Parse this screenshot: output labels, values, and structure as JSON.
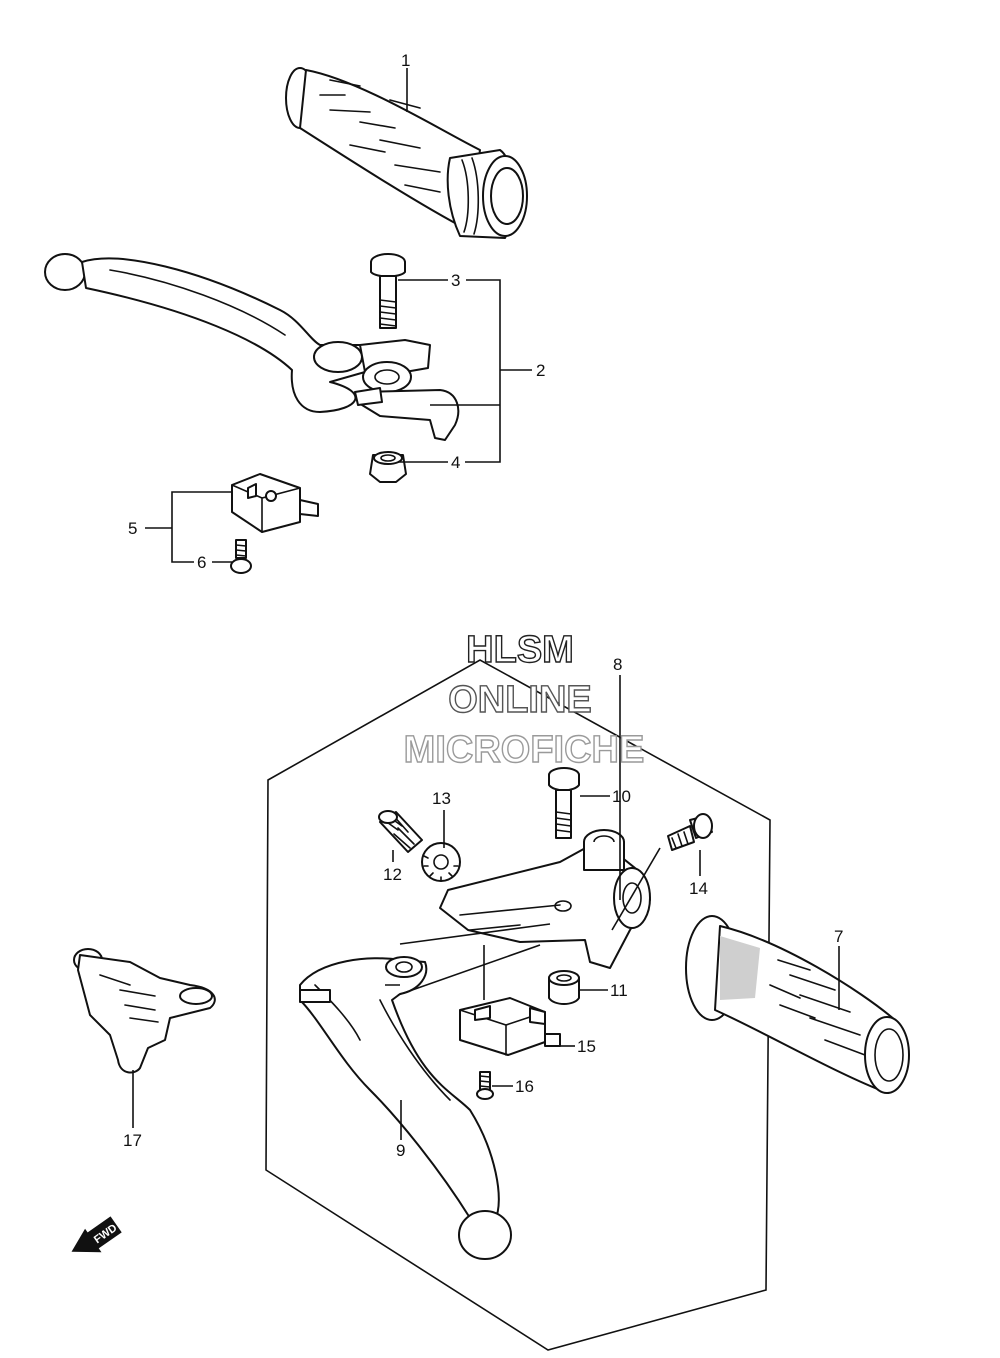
{
  "watermark": {
    "line1": "HLSM",
    "line2": "ONLINE",
    "line3": "MICROFICHE",
    "color_line1": "#222222",
    "color_line2": "#555555",
    "color_line3": "#9a9a9a"
  },
  "direction_badge": {
    "label": "FWD",
    "icon": "forward-arrow-icon"
  },
  "callouts": {
    "c1": "1",
    "c2": "2",
    "c3": "3",
    "c4": "4",
    "c5": "5",
    "c6": "6",
    "c7": "7",
    "c8": "8",
    "c9": "9",
    "c10": "10",
    "c11": "11",
    "c12": "12",
    "c13": "13",
    "c14": "14",
    "c15": "15",
    "c16": "16",
    "c17": "17"
  }
}
